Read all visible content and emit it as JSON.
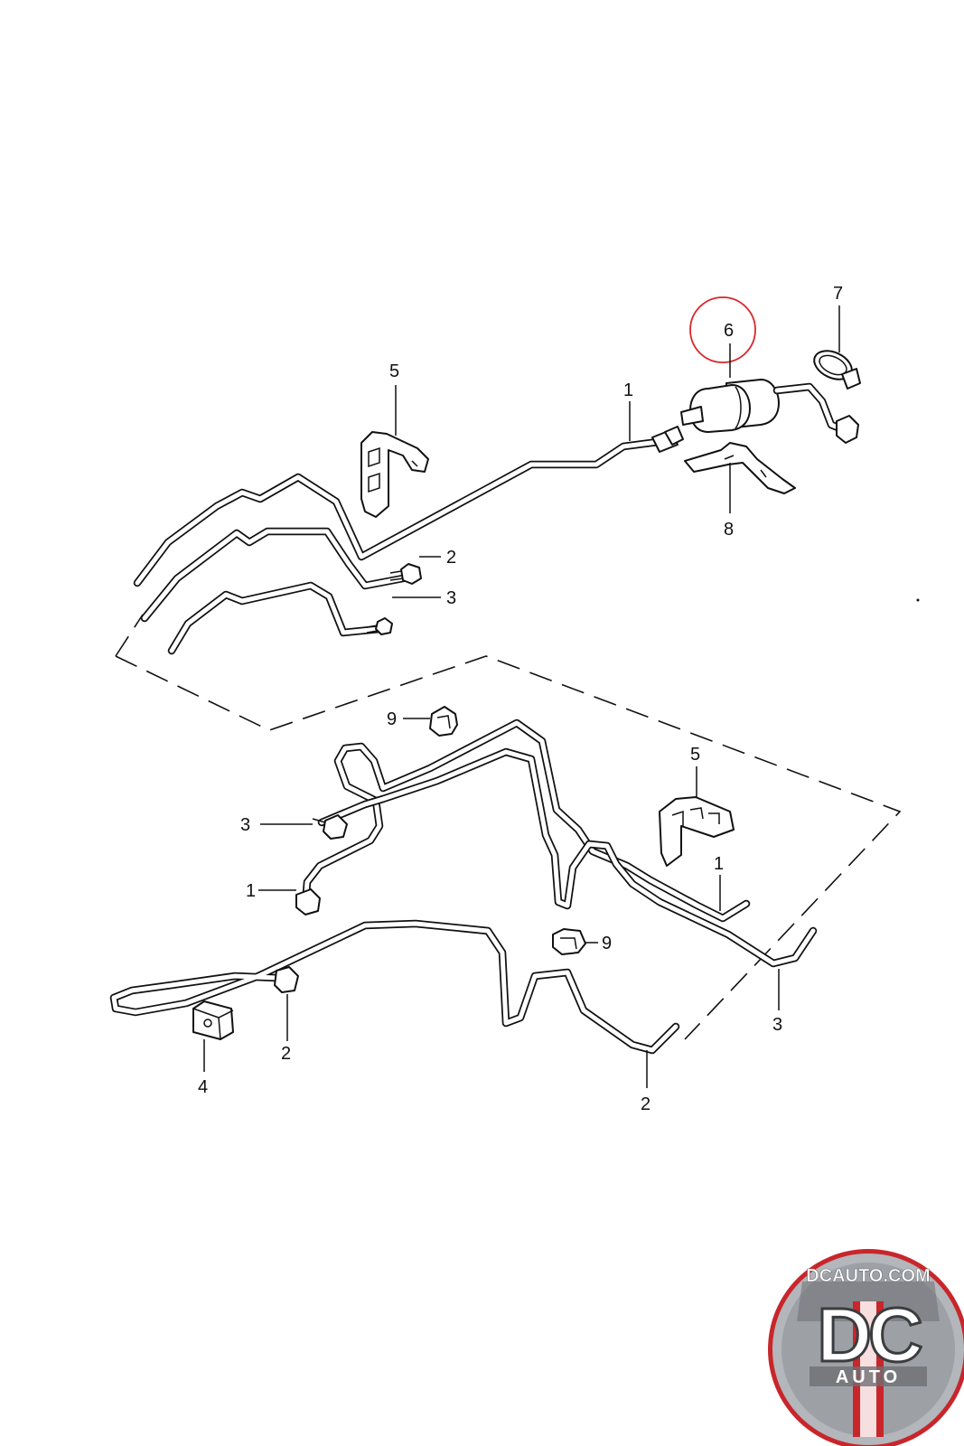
{
  "callouts": {
    "c1_top": "1",
    "c2_top": "2",
    "c3_top": "3",
    "c5_top": "5",
    "c6": "6",
    "c7": "7",
    "c8": "8",
    "c9_upper": "9",
    "c3_mid": "3",
    "c1_mid_left": "1",
    "c5_mid": "5",
    "c1_mid_right": "1",
    "c9_lower": "9",
    "c2_lower": "2",
    "c3_lower": "3",
    "c4": "4",
    "c2_bottom": "2"
  },
  "highlight": {
    "part": "6",
    "color": "#d9262c"
  },
  "logo": {
    "site": "DCAUTO.COM",
    "mark": "DC",
    "word": "AUTO",
    "colors": {
      "red": "#c8262b",
      "grey": "#8a8f96",
      "badge": "#6e6f73"
    }
  }
}
